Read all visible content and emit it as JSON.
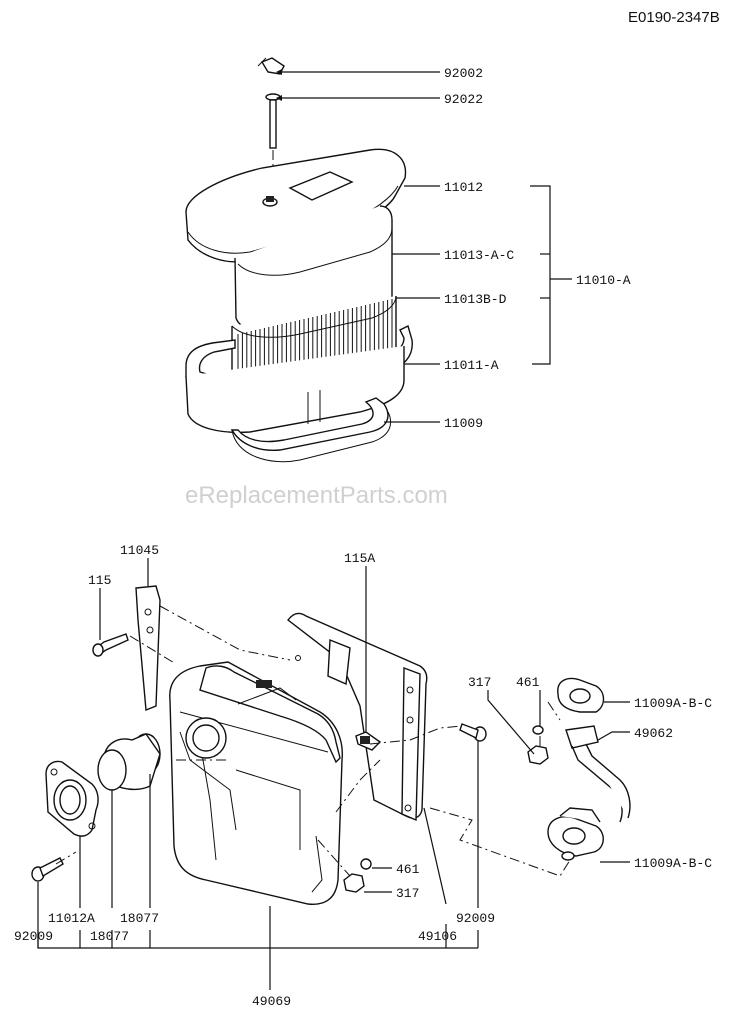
{
  "diagram_id": "E0190-2347B",
  "watermark": "eReplacementParts.com",
  "air_cleaner": {
    "parts": {
      "breather_clip": "92002",
      "washer": "92022",
      "cover": "11012",
      "element_outer": "11013-A-C",
      "element_inner": "11013B-D",
      "base": "11011-A",
      "assembly": "11010-A",
      "gasket": "11009"
    }
  },
  "muffler": {
    "parts": {
      "bracket": "11045",
      "bolt_left": "115",
      "bolt_right": "115A",
      "nut_upper": "317",
      "washer_upper": "461",
      "gasket_upper": "11009A-B-C",
      "exhaust_pipe": "49062",
      "gasket_lower": "11009A-B-C",
      "washer_lower": "461",
      "nut_lower": "317",
      "bolt_lower_right": "92009",
      "heat_shield": "49106",
      "cover_plate": "11012A",
      "spark_arrestor_a": "18077",
      "spark_arrestor_b": "18077",
      "bolt_lower_left": "92009",
      "muffler_body": "49069"
    }
  }
}
